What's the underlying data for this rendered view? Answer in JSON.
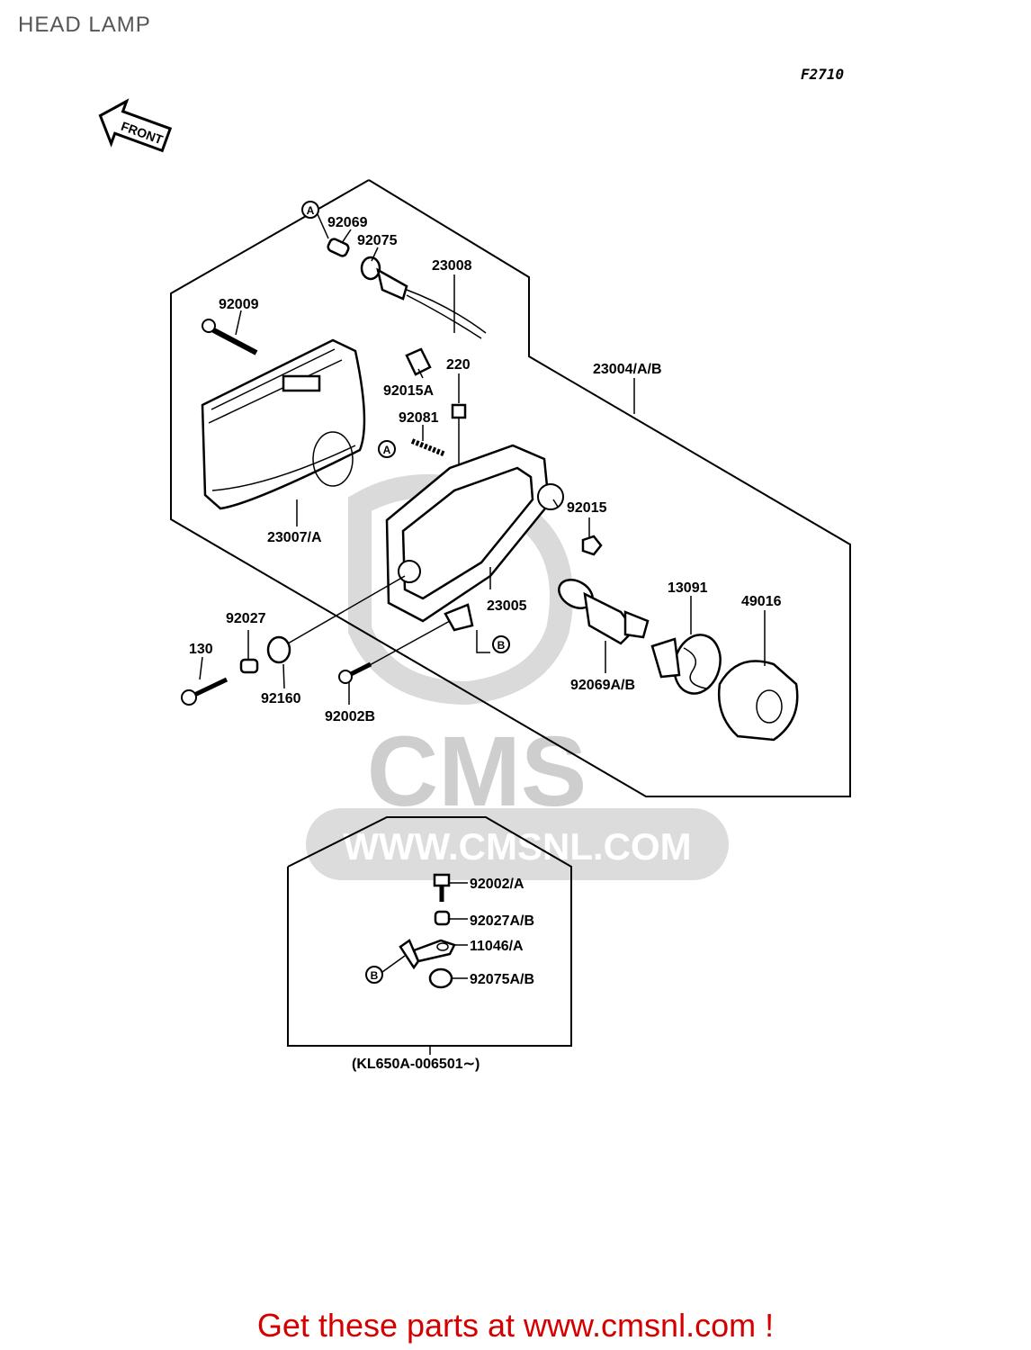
{
  "title": "HEAD LAMP",
  "figure_code": "F2710",
  "front_label": "FRONT",
  "callouts": {
    "a": "A",
    "b": "B"
  },
  "watermark": {
    "logo": "CMS",
    "url": "WWW.CMSNL.COM"
  },
  "parts": {
    "p92069": "92069",
    "p92075": "92075",
    "p23008": "23008",
    "p92009": "92009",
    "p220": "220",
    "p23004": "23004/A/B",
    "p92015A": "92015A",
    "p92081": "92081",
    "p92015": "92015",
    "p23007": "23007/A",
    "p13091": "13091",
    "p49016": "49016",
    "p23005": "23005",
    "p92027": "92027",
    "p130": "130",
    "p92160": "92160",
    "p92002B": "92002B",
    "p92069AB": "92069A/B"
  },
  "inset": {
    "p92002A": "92002/A",
    "p92027AB": "92027A/B",
    "p11046A": "11046/A",
    "p92075AB": "92075A/B",
    "serial": "(KL650A-006501∼)"
  },
  "footer": "Get these parts at www.cmsnl.com !"
}
